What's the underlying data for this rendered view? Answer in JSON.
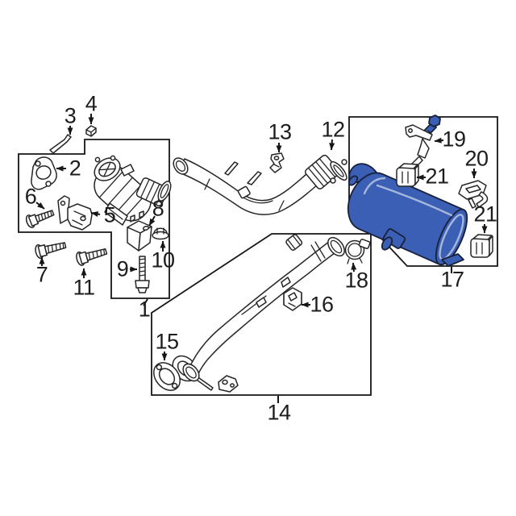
{
  "diagram": {
    "kind": "exploded-parts-diagram",
    "subject": "exhaust-system",
    "colors": {
      "line": "#262626",
      "box": "#161616",
      "highlight": "#3b5fb4",
      "background": "#ffffff"
    },
    "callouts": [
      {
        "label": "1",
        "part": "catalytic-converter-assembly-box"
      },
      {
        "label": "2",
        "part": "inlet-flange-gasket"
      },
      {
        "label": "3",
        "part": "stud-pin"
      },
      {
        "label": "4",
        "part": "nut"
      },
      {
        "label": "5",
        "part": "support-bracket"
      },
      {
        "label": "6",
        "part": "flange-bolt"
      },
      {
        "label": "7",
        "part": "flange-bolt"
      },
      {
        "label": "8",
        "part": "rubber-insulator-mount"
      },
      {
        "label": "9",
        "part": "stud-bolt"
      },
      {
        "label": "10",
        "part": "cap-nut"
      },
      {
        "label": "11",
        "part": "flange-bolt"
      },
      {
        "label": "12",
        "part": "front-exhaust-pipe"
      },
      {
        "label": "13",
        "part": "clamp-bracket"
      },
      {
        "label": "14",
        "part": "intermediate-pipe-box"
      },
      {
        "label": "15",
        "part": "flange-gasket"
      },
      {
        "label": "16",
        "part": "exhaust-clamp"
      },
      {
        "label": "17",
        "part": "muffler-box"
      },
      {
        "label": "18",
        "part": "band-clamp"
      },
      {
        "label": "19",
        "part": "hanger-bracket-with-bolt"
      },
      {
        "label": "20",
        "part": "exhaust-hanger"
      },
      {
        "label": "21",
        "part": "rubber-insulator"
      },
      {
        "label": "21",
        "part": "rubber-insulator"
      }
    ]
  }
}
